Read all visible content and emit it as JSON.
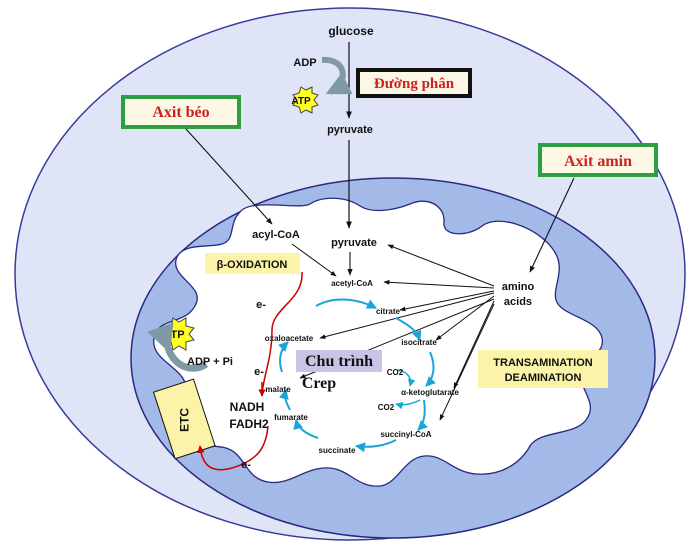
{
  "colors": {
    "cell": "#dfe4f6",
    "cell_border": "#3a3a9a",
    "mito_outer": "#a3b9e8",
    "matrix": "#ffffff",
    "cycle_arrow": "#1aa5d9",
    "electron": "#cc0000",
    "viet_text": "#cc2222",
    "box_green": "#2aa040",
    "box_fill": "#fdf7e6",
    "yellow_box": "#fbf3a8",
    "atp_star": "#ffff22",
    "crep_highlight": "#c9c3e6"
  },
  "labels": {
    "glucose": "glucose",
    "adp_top": "ADP",
    "atp_top": "ATP",
    "pyruvate_top": "pyruvate",
    "duong_phan": "Đường phân",
    "axit_beo": "Axit béo",
    "axit_amin": "Axit amin",
    "acyl_coa": "acyl-CoA",
    "pyruvate_mito": "pyruvate",
    "beta_oxidation": "β-OXIDATION",
    "amino_acids_1": "amino",
    "amino_acids_2": "acids",
    "transamination_1": "TRANSAMINATION",
    "transamination_2": "DEAMINATION",
    "acetyl_coa": "acetyl-CoA",
    "citrate": "citrate",
    "isocitrate": "isocitrate",
    "co2_1": "CO2",
    "alpha_ketoglutarate": "α-ketoglutarate",
    "co2_2": "CO2",
    "succinyl_coa": "succinyl-CoA",
    "succinate": "succinate",
    "fumarate": "fumarate",
    "malate": "malate",
    "oxaloacetate": "oxaloacetate",
    "chu_trinh": "Chu trình",
    "crep": "Crep",
    "atp_mito": "ATP",
    "adp_pi": "ADP + Pi",
    "etc": "ETC",
    "nadh": "NADH",
    "fadh2": "FADH2",
    "electron_1": "e-",
    "electron_2": "e-",
    "electron_3": "e-"
  },
  "icons": [
    "atp-starburst",
    "recycle-arrow"
  ]
}
